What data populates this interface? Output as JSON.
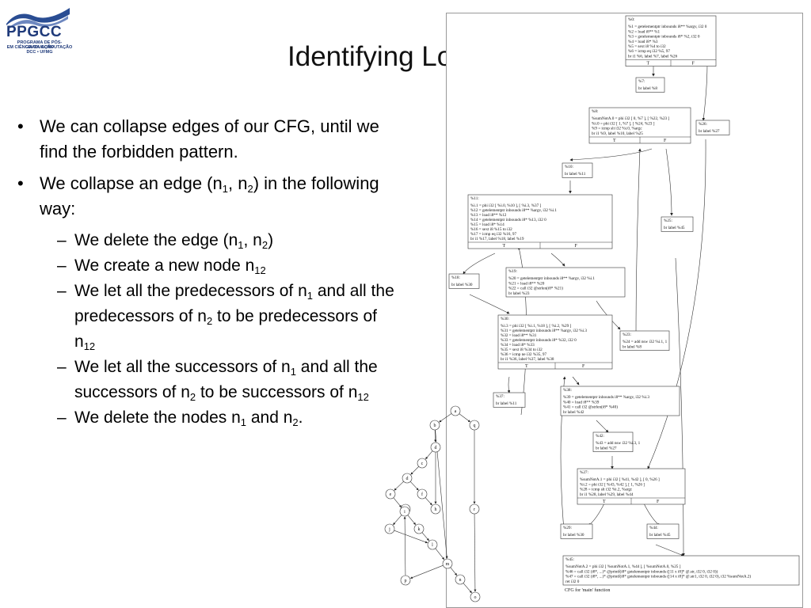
{
  "logo": {
    "name": "PPGCC",
    "subtitle": [
      "PROGRAMA DE PÓS-GRADUAÇÃO",
      "EM CIÊNCIA DA COMPUTAÇÃO",
      "DCC • UFMG"
    ]
  },
  "slide": {
    "title": "Identifying Loops",
    "bullets": [
      {
        "text": "We can collapse edges of our CFG, until we find the forbidden pattern."
      },
      {
        "parts": [
          "We collapse an edge (n",
          "1",
          ", n",
          "2",
          ") in the following way:"
        ]
      }
    ],
    "subbullets": [
      {
        "parts": [
          "We delete the edge (n",
          "1",
          ", n",
          "2",
          ")"
        ]
      },
      {
        "parts": [
          "We create a new node n",
          "12"
        ]
      },
      {
        "parts": [
          "We let all the predecessors of n",
          "1",
          " and all the predecessors of n",
          "2",
          " to be predecessors of n",
          "12"
        ]
      },
      {
        "parts": [
          "We let all the successors of n",
          "1",
          " and all the successors of n",
          "2",
          " to be successors of n",
          "12"
        ]
      },
      {
        "parts": [
          "We delete the nodes n",
          "1",
          " and n",
          "2",
          "."
        ]
      }
    ]
  },
  "cfg": {
    "caption": "CFG for 'main' function",
    "branch_true": "T",
    "branch_false": "F",
    "blocks": [
      {
        "id": "b0",
        "lines": [
          "%0:",
          "%1 = getelementptr inbounds i8** %argv, i32 0",
          "%2 = load i8** %1",
          "%3 = getelementptr inbounds i8* %2, i32 0",
          "%4 = load i8* %3",
          "%5 = sext i8 %4 to i32",
          "%6 = icmp eq i32 %5, 97",
          "br i1 %6, label %7, label %26"
        ]
      },
      {
        "id": "b7",
        "lines": [
          "%7:",
          "br label %8"
        ]
      },
      {
        "id": "b8",
        "lines": [
          "%8:",
          "%sumNotA.0 = phi i32 [ 0, %7 ], [ %22, %23 ]",
          "%i.0 = phi i32 [ 1, %7 ], [ %24, %23 ]",
          "%9 = icmp slt i32 %i.0, %argc",
          "br i1 %9, label %10, label %25"
        ]
      },
      {
        "id": "b26",
        "lines": [
          "%26:",
          "br label %27"
        ]
      },
      {
        "id": "b10",
        "lines": [
          "%10:",
          "br label %11"
        ]
      },
      {
        "id": "b11",
        "lines": [
          "%11:",
          "%i.1 = phi i32 [ %i.0, %10 ], [ %i.3, %37 ]",
          "%12 = getelementptr inbounds i8** %argv, i32 %i.1",
          "%13 = load i8** %12",
          "%14 = getelementptr inbounds i8* %13, i32 0",
          "%15 = load i8* %14",
          "%16 = sext i8 %15 to i32",
          "%17 = icmp eq i32 %16, 97",
          "br i1 %17, label %18, label %19"
        ]
      },
      {
        "id": "b25",
        "lines": [
          "%25:",
          "br label %45"
        ]
      },
      {
        "id": "b18",
        "lines": [
          "%18:",
          "br label %30"
        ]
      },
      {
        "id": "b19",
        "lines": [
          "%19:",
          "%20 = getelementptr inbounds i8** %argv, i32 %i.1",
          "%21 = load i8** %20",
          "%22 = call i32 @strlen(i8* %21)",
          "br label %23"
        ]
      },
      {
        "id": "b30",
        "lines": [
          "%30:",
          "%i.3 = phi i32 [ %i.1, %18 ], [ %i.2, %29 ]",
          "%31 = getelementptr inbounds i8** %argv, i32 %i.3",
          "%32 = load i8** %31",
          "%33 = getelementptr inbounds i8* %32, i32 0",
          "%34 = load i8* %33",
          "%35 = sext i8 %34 to i32",
          "%36 = icmp ne i32 %35, 97",
          "br i1 %36, label %37, label %38"
        ]
      },
      {
        "id": "b23",
        "lines": [
          "%23:",
          "%24 = add nsw i32 %i.1, 1",
          "br label %8"
        ]
      },
      {
        "id": "b37",
        "lines": [
          "%37:",
          "br label %11"
        ]
      },
      {
        "id": "b38",
        "lines": [
          "%38:",
          "%39 = getelementptr inbounds i8** %argv, i32 %i.3",
          "%40 = load i8** %39",
          "%41 = call i32 @strlen(i8* %40)",
          "br label %42"
        ]
      },
      {
        "id": "b42",
        "lines": [
          "%42:",
          "%43 = add nsw i32 %i.3, 1",
          "br label %27"
        ]
      },
      {
        "id": "b27",
        "lines": [
          "%27:",
          "%sumNotA.1 = phi i32 [ %41, %42 ], [ 0, %26 ]",
          "%i.2 = phi i32 [ %43, %42 ], [ 1, %26 ]",
          "%28 = icmp slt i32 %i.2, %argc",
          "br i1 %28, label %29, label %44"
        ]
      },
      {
        "id": "b29",
        "lines": [
          "%29:",
          "br label %30"
        ]
      },
      {
        "id": "b44",
        "lines": [
          "%44:",
          "br label %45"
        ]
      },
      {
        "id": "b45",
        "lines": [
          "%45:",
          "%sumNotA.2 = phi i32 [ %sumNotA.1, %44 ], [ %sumNotA.0, %25 ]",
          "%46 = call i32 (i8*, ...)* @printf(i8* getelementptr inbounds ([11 x i8]* @.str, i32 0, i32 0))",
          "%47 = call i32 (i8*, ...)* @printf(i8* getelementptr inbounds ([14 x i8]* @.str1, i32 0, i32 0), i32 %sumNotA.2)",
          "ret i32 0"
        ]
      }
    ]
  },
  "graph": {
    "nodes": [
      "a",
      "b",
      "q",
      "d",
      "c",
      "d",
      "e",
      "f",
      "g",
      "h",
      "r",
      "i",
      "j",
      "k",
      "l",
      "m",
      "p",
      "n",
      "o"
    ]
  }
}
